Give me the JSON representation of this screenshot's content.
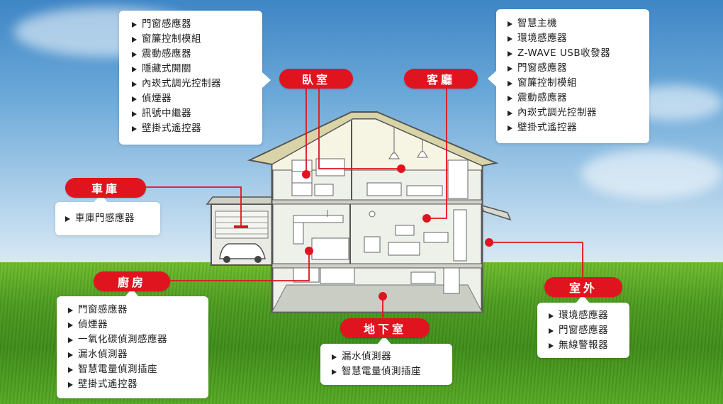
{
  "rooms": {
    "bedroom": {
      "label": "臥室",
      "items": [
        "門窗感應器",
        "窗簾控制模組",
        "震動感應器",
        "隱藏式開關",
        "內崁式調光控制器",
        "偵煙器",
        "訊號中繼器",
        "壁掛式遙控器"
      ]
    },
    "living_room": {
      "label": "客廳",
      "items": [
        "智慧主機",
        "環境感應器",
        "Z-WAVE USB收發器",
        "門窗感應器",
        "窗簾控制模組",
        "震動感應器",
        "內崁式調光控制器",
        "壁掛式遙控器"
      ]
    },
    "garage": {
      "label": "車庫",
      "items": [
        "車庫門感應器"
      ]
    },
    "kitchen": {
      "label": "廚房",
      "items": [
        "門窗感應器",
        "偵煙器",
        "一氧化碳偵測感應器",
        "漏水偵測器",
        "智慧電量偵測插座",
        "壁掛式遙控器"
      ]
    },
    "basement": {
      "label": "地下室",
      "items": [
        "漏水偵測器",
        "智慧電量偵測插座"
      ]
    },
    "outdoor": {
      "label": "室外",
      "items": [
        "環境感應器",
        "門窗感應器",
        "無線警報器"
      ]
    }
  },
  "colors": {
    "accent": "#e0141f",
    "box_bg": "#ffffff",
    "house_wall": "#f2f3ee",
    "house_outline": "#555555",
    "roof": "#e4dfb6"
  }
}
